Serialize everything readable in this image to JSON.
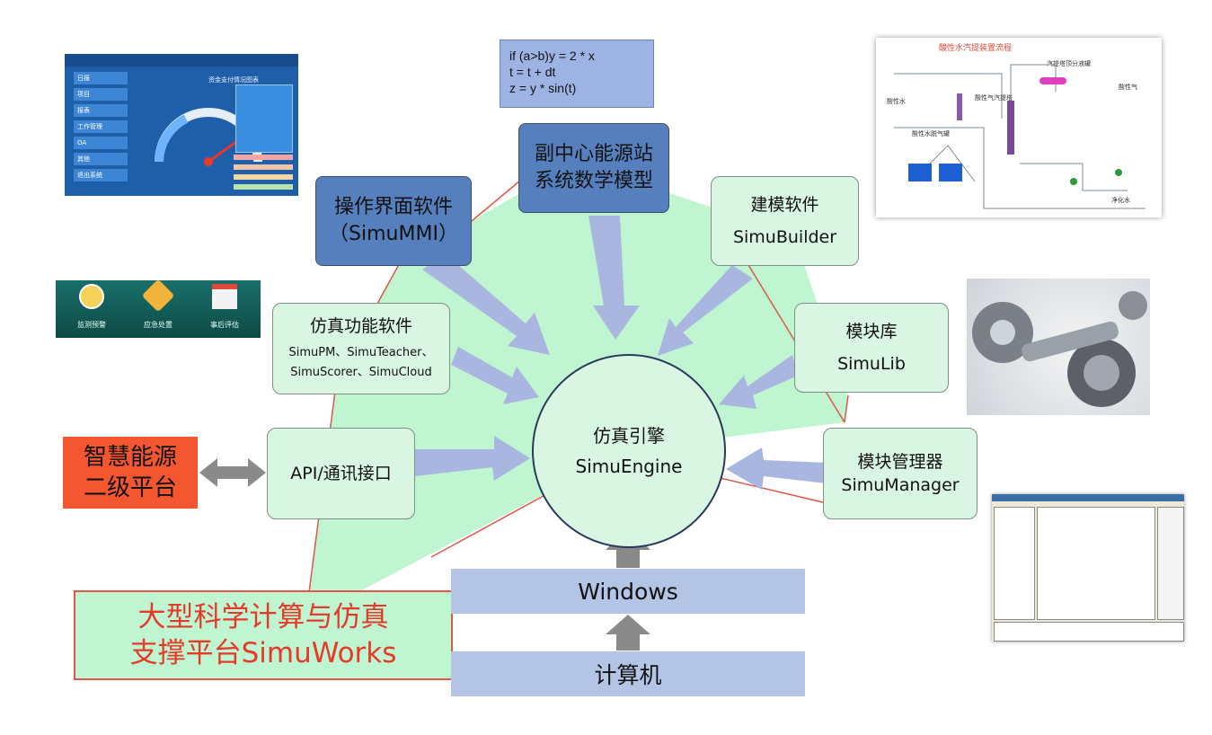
{
  "code": {
    "lines": [
      "if (a>b)y = 2 * x",
      "t = t + dt",
      "z = y * sin(t)"
    ]
  },
  "center": {
    "name": "仿真引擎",
    "sub": "SimuEngine"
  },
  "boxes": {
    "model": {
      "line1": "副中心能源站",
      "line2": "系统数学模型"
    },
    "mmi": {
      "line1": "操作界面软件",
      "line2": "（SimuMMI）"
    },
    "builder": {
      "line1": "建模软件",
      "line2": "SimuBuilder"
    },
    "function": {
      "line1": "仿真功能软件",
      "line2": "SimuPM、SimuTeacher、",
      "line3": "SimuScorer、SimuCloud"
    },
    "lib": {
      "line1": "模块库",
      "line2": "SimuLib"
    },
    "api": {
      "line1": "API/通讯接口"
    },
    "manager": {
      "line1": "模块管理器",
      "line2": "SimuManager"
    },
    "windows": {
      "line1": "Windows"
    },
    "computer": {
      "line1": "计算机"
    }
  },
  "platform": {
    "line1": "智慧能源",
    "line2": "二级平台"
  },
  "simuworks": {
    "line1": "大型科学计算与仿真",
    "line2": "支撑平台SimuWorks"
  },
  "thumbs": {
    "dashboard": {
      "title": "资金支付情况图表",
      "buttons": [
        "日报",
        "项目",
        "报表",
        "工作管理",
        "OA",
        "其他",
        "退出系统"
      ]
    },
    "icons": {
      "labels": [
        "监测预警",
        "应急处置",
        "事后评估"
      ]
    },
    "process": {
      "title": "酸性水汽提装置流程",
      "labels": [
        "汽提塔顶分液罐",
        "酸性水",
        "酸性气",
        "酸性气汽提塔",
        "酸性水脱气罐",
        "净化水"
      ]
    }
  },
  "colors": {
    "green": "#d9f6e2",
    "blue": "#5680bd",
    "lavender": "#b3c4e5",
    "fan": "#bff5d0",
    "arrow": "#a9b6e0",
    "red": "#e53a2a",
    "orange": "#f4572f"
  }
}
